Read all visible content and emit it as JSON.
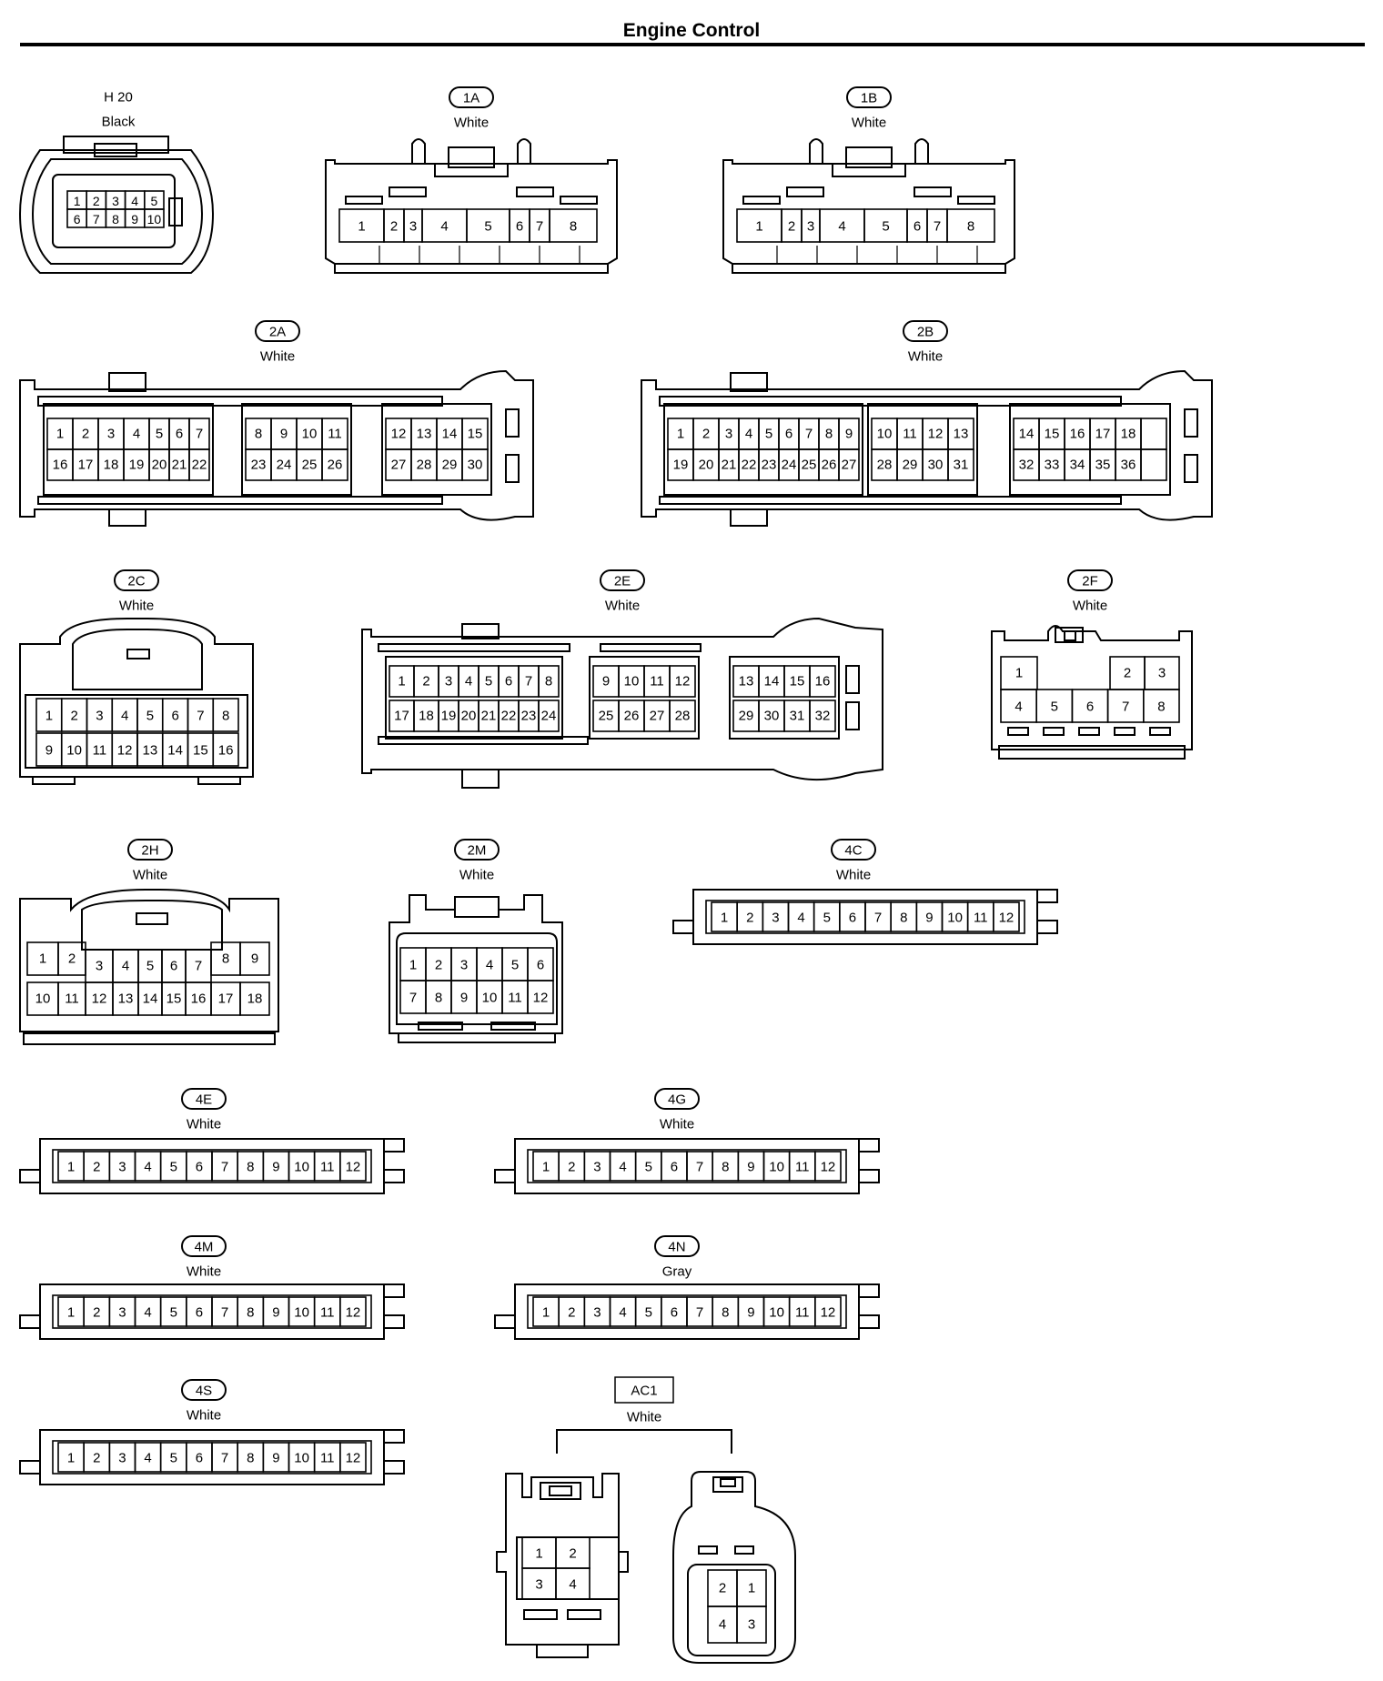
{
  "page_title": "Engine Control",
  "connectors": [
    {
      "id": "H20",
      "code": "H 20",
      "color": "Black",
      "style": "plain",
      "rows": [
        [
          1,
          2,
          3,
          4,
          5
        ],
        [
          6,
          7,
          8,
          9,
          10
        ]
      ]
    },
    {
      "id": "1A",
      "code": "1A",
      "color": "White",
      "style": "oval",
      "rows": [
        [
          1,
          2,
          3,
          4,
          5,
          6,
          7,
          8
        ]
      ]
    },
    {
      "id": "1B",
      "code": "1B",
      "color": "White",
      "style": "oval",
      "rows": [
        [
          1,
          2,
          3,
          4,
          5,
          6,
          7,
          8
        ]
      ]
    },
    {
      "id": "2A",
      "code": "2A",
      "color": "White",
      "style": "oval",
      "rows": [
        [
          1,
          2,
          3,
          4,
          5,
          6,
          7,
          8,
          9,
          10,
          11,
          12,
          13,
          14,
          15
        ],
        [
          16,
          17,
          18,
          19,
          20,
          21,
          22,
          23,
          24,
          25,
          26,
          27,
          28,
          29,
          30
        ]
      ]
    },
    {
      "id": "2B",
      "code": "2B",
      "color": "White",
      "style": "oval",
      "rows": [
        [
          1,
          2,
          3,
          4,
          5,
          6,
          7,
          8,
          9,
          10,
          11,
          12,
          13,
          14,
          15,
          16,
          17,
          18
        ],
        [
          19,
          20,
          21,
          22,
          23,
          24,
          25,
          26,
          27,
          28,
          29,
          30,
          31,
          32,
          33,
          34,
          35,
          36
        ]
      ]
    },
    {
      "id": "2C",
      "code": "2C",
      "color": "White",
      "style": "oval",
      "rows": [
        [
          1,
          2,
          3,
          4,
          5,
          6,
          7,
          8
        ],
        [
          9,
          10,
          11,
          12,
          13,
          14,
          15,
          16
        ]
      ]
    },
    {
      "id": "2E",
      "code": "2E",
      "color": "White",
      "style": "oval",
      "rows": [
        [
          1,
          2,
          3,
          4,
          5,
          6,
          7,
          8,
          9,
          10,
          11,
          12,
          13,
          14,
          15,
          16
        ],
        [
          17,
          18,
          19,
          20,
          21,
          22,
          23,
          24,
          25,
          26,
          27,
          28,
          29,
          30,
          31,
          32
        ]
      ]
    },
    {
      "id": "2F",
      "code": "2F",
      "color": "White",
      "style": "oval",
      "rows": [
        [
          1,
          2,
          3
        ],
        [
          4,
          5,
          6,
          7,
          8
        ]
      ]
    },
    {
      "id": "2H",
      "code": "2H",
      "color": "White",
      "style": "oval",
      "rows": [
        [
          1,
          2,
          3,
          4,
          5,
          6,
          7,
          8,
          9
        ],
        [
          10,
          11,
          12,
          13,
          14,
          15,
          16,
          17,
          18
        ]
      ]
    },
    {
      "id": "2M",
      "code": "2M",
      "color": "White",
      "style": "oval",
      "rows": [
        [
          1,
          2,
          3,
          4,
          5,
          6
        ],
        [
          7,
          8,
          9,
          10,
          11,
          12
        ]
      ]
    },
    {
      "id": "4C",
      "code": "4C",
      "color": "White",
      "style": "oval",
      "rows": [
        [
          1,
          2,
          3,
          4,
          5,
          6,
          7,
          8,
          9,
          10,
          11,
          12
        ]
      ]
    },
    {
      "id": "4E",
      "code": "4E",
      "color": "White",
      "style": "oval",
      "rows": [
        [
          1,
          2,
          3,
          4,
          5,
          6,
          7,
          8,
          9,
          10,
          11,
          12
        ]
      ]
    },
    {
      "id": "4G",
      "code": "4G",
      "color": "White",
      "style": "oval",
      "rows": [
        [
          1,
          2,
          3,
          4,
          5,
          6,
          7,
          8,
          9,
          10,
          11,
          12
        ]
      ]
    },
    {
      "id": "4M",
      "code": "4M",
      "color": "White",
      "style": "oval",
      "rows": [
        [
          1,
          2,
          3,
          4,
          5,
          6,
          7,
          8,
          9,
          10,
          11,
          12
        ]
      ]
    },
    {
      "id": "4N",
      "code": "4N",
      "color": "Gray",
      "style": "oval",
      "rows": [
        [
          1,
          2,
          3,
          4,
          5,
          6,
          7,
          8,
          9,
          10,
          11,
          12
        ]
      ]
    },
    {
      "id": "4S",
      "code": "4S",
      "color": "White",
      "style": "oval",
      "rows": [
        [
          1,
          2,
          3,
          4,
          5,
          6,
          7,
          8,
          9,
          10,
          11,
          12
        ]
      ]
    },
    {
      "id": "AC1",
      "code": "AC1",
      "color": "White",
      "style": "box",
      "rows": [
        [
          1,
          2
        ],
        [
          3,
          4
        ]
      ],
      "mate_rows": [
        [
          2,
          1
        ],
        [
          4,
          3
        ]
      ]
    }
  ]
}
